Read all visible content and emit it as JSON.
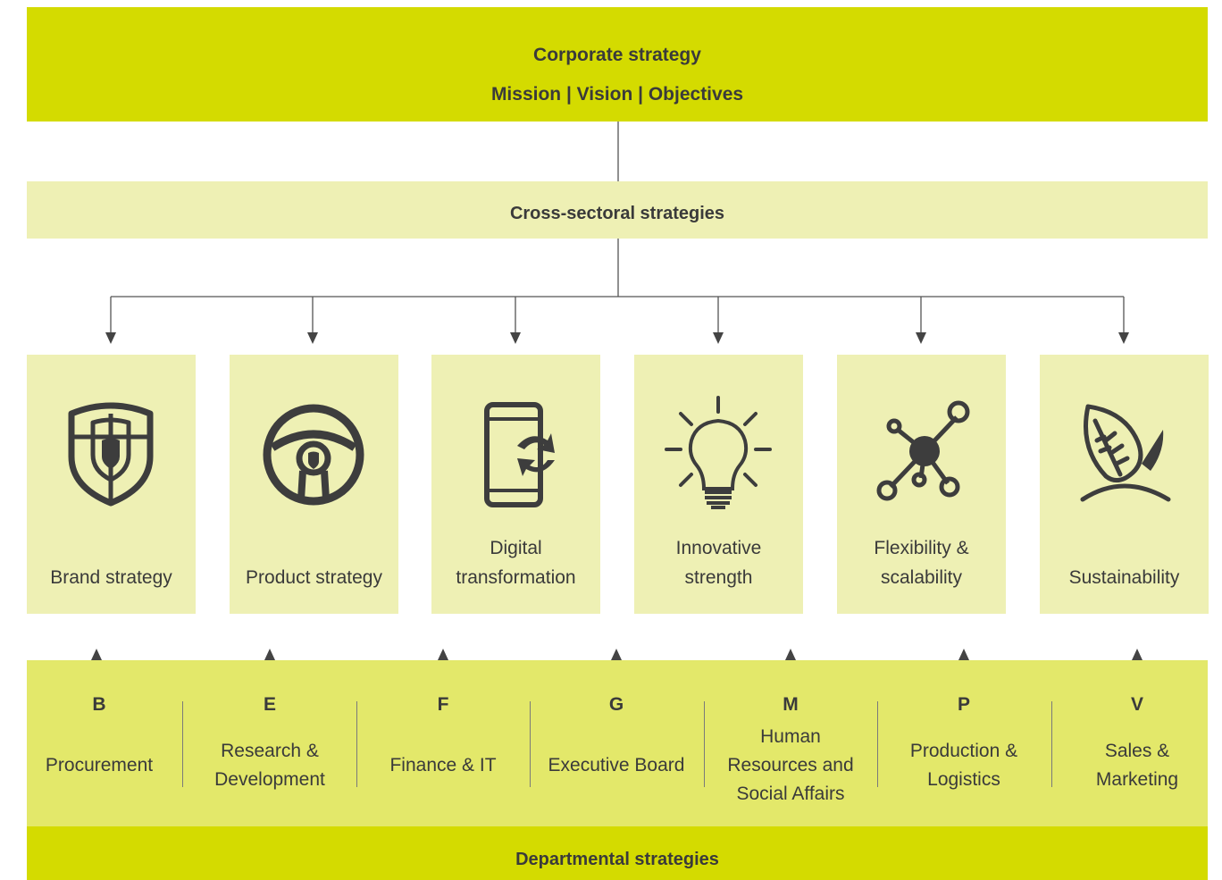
{
  "corporate": {
    "title": "Corporate strategy",
    "subtitle": "Mission | Vision | Objectives"
  },
  "cross_sectoral": {
    "title": "Cross-sectoral strategies"
  },
  "strategies": [
    {
      "label": "Brand strategy",
      "icon": "shield-icon"
    },
    {
      "label": "Product strategy",
      "icon": "steering-wheel-icon"
    },
    {
      "label": "Digital transformation",
      "icon": "smartphone-sync-icon"
    },
    {
      "label": "Innovative strength",
      "icon": "lightbulb-icon"
    },
    {
      "label": "Flexibility & scalability",
      "icon": "network-nodes-icon"
    },
    {
      "label": "Sustainability",
      "icon": "leaf-icon"
    }
  ],
  "departments": [
    {
      "letter": "B",
      "name": "Procurement"
    },
    {
      "letter": "E",
      "name": "Research & Development"
    },
    {
      "letter": "F",
      "name": "Finance & IT"
    },
    {
      "letter": "G",
      "name": "Executive Board"
    },
    {
      "letter": "M",
      "name": "Human Resources and Social Affairs"
    },
    {
      "letter": "P",
      "name": "Production & Logistics"
    },
    {
      "letter": "V",
      "name": "Sales & Marketing"
    }
  ],
  "departmental": {
    "title": "Departmental strategies"
  },
  "colors": {
    "primary_lime": "#d4db00",
    "light_lime": "#eef0b4",
    "mid_lime": "#e3e86a",
    "text": "#3a3a3a",
    "icon": "#3d3d3d"
  }
}
